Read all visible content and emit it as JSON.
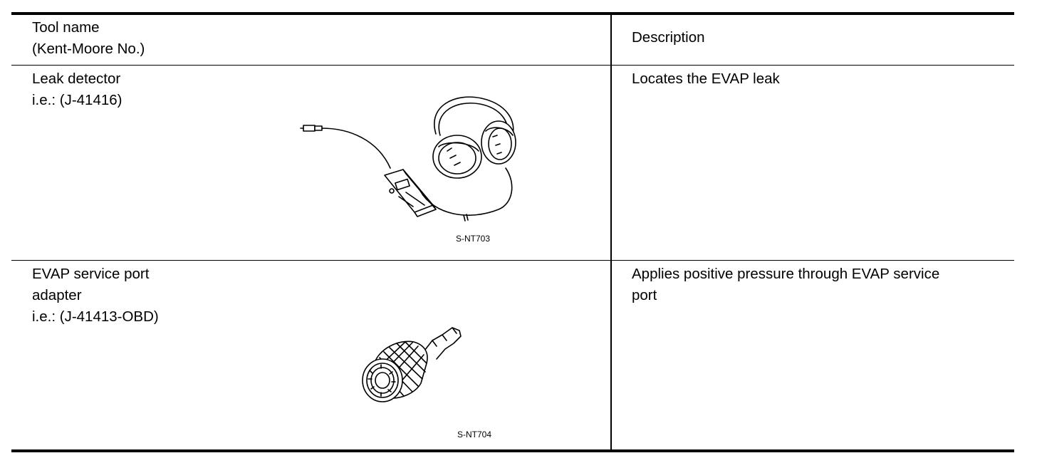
{
  "table": {
    "header": {
      "tool_name_line1": "Tool name",
      "tool_name_line2": "(Kent-Moore No.)",
      "description": "Description"
    },
    "rows": [
      {
        "tool_lines": [
          "Leak detector",
          "i.e.: (J-41416)"
        ],
        "figure_code": "S-NT703",
        "figure_icon": "leak-detector-headphones-illustration",
        "description_lines": [
          "Locates the EVAP leak"
        ]
      },
      {
        "tool_lines": [
          "EVAP service port",
          "adapter",
          "i.e.: (J-41413-OBD)"
        ],
        "figure_code": "S-NT704",
        "figure_icon": "evap-service-port-adapter-illustration",
        "description_lines": [
          "Applies positive pressure through EVAP service",
          "port"
        ]
      }
    ]
  }
}
